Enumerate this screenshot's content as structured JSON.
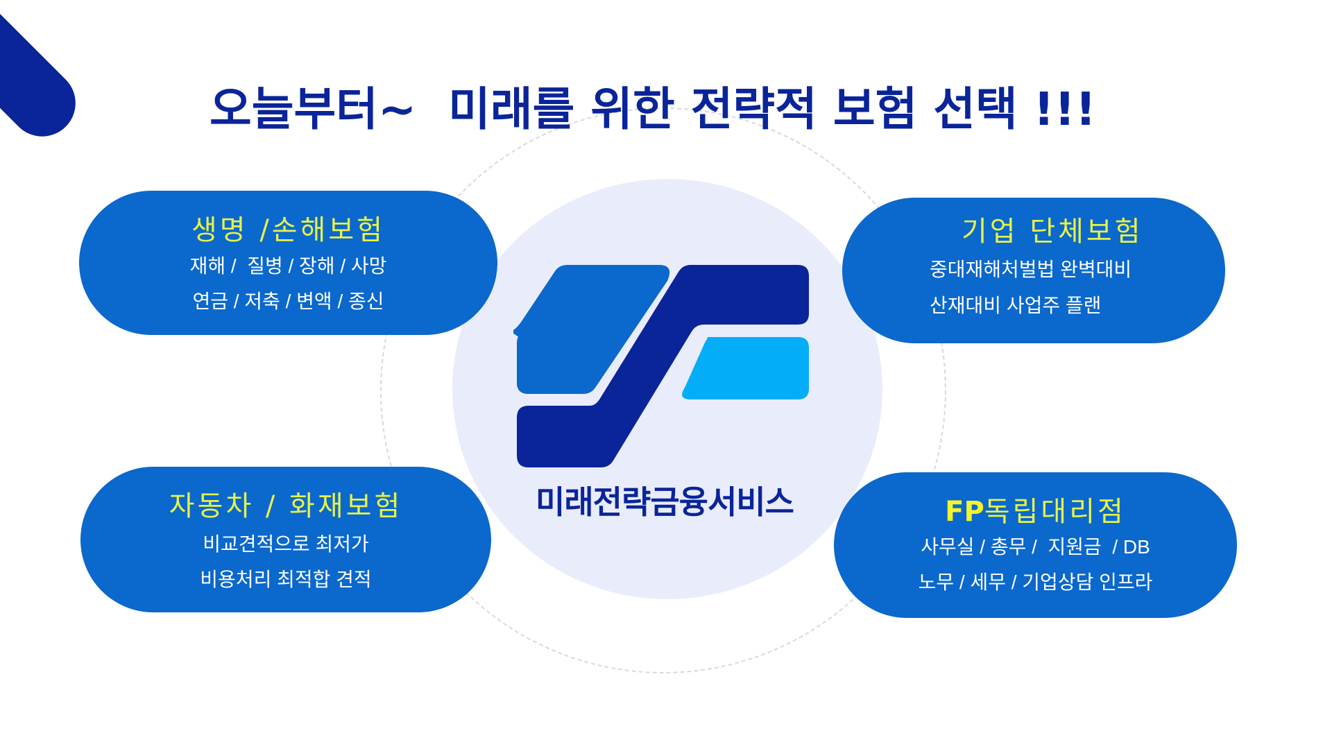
{
  "title": "오늘부터~  미래를 위한 전략적 보험 선택 !!!",
  "brand": {
    "name": "미래전략금융서비스",
    "colors": {
      "navy": "#0a2499",
      "mid_blue": "#0b68cc",
      "cyan": "#04adf8",
      "circle_bg": "#e9ecfb"
    }
  },
  "colors": {
    "pill_bg": "#0b68cc",
    "heading_yellow": "#e6f24a",
    "body_text": "#ffffff",
    "title": "#0a2499",
    "dashed_ring": "#d7d9e1"
  },
  "cards": {
    "life": {
      "heading": "생명 /손해보험",
      "lines": [
        "재해 /  질병 / 장해 / 사망",
        "연금 / 저축 / 변액 / 종신"
      ]
    },
    "corporate": {
      "heading": "기업 단체보험",
      "lines": [
        "중대재해처벌법 완벽대비",
        "산재대비 사업주 플랜"
      ]
    },
    "auto": {
      "heading": "자동차 / 화재보험",
      "lines": [
        "비교견적으로 최저가",
        "비용처리 최적합 견적"
      ]
    },
    "fp": {
      "heading_strong": "FP",
      "heading": "독립대리점",
      "lines": [
        "사무실 / 총무 /  지원금  / DB",
        "노무 / 세무 / 기업상담 인프라"
      ]
    }
  }
}
